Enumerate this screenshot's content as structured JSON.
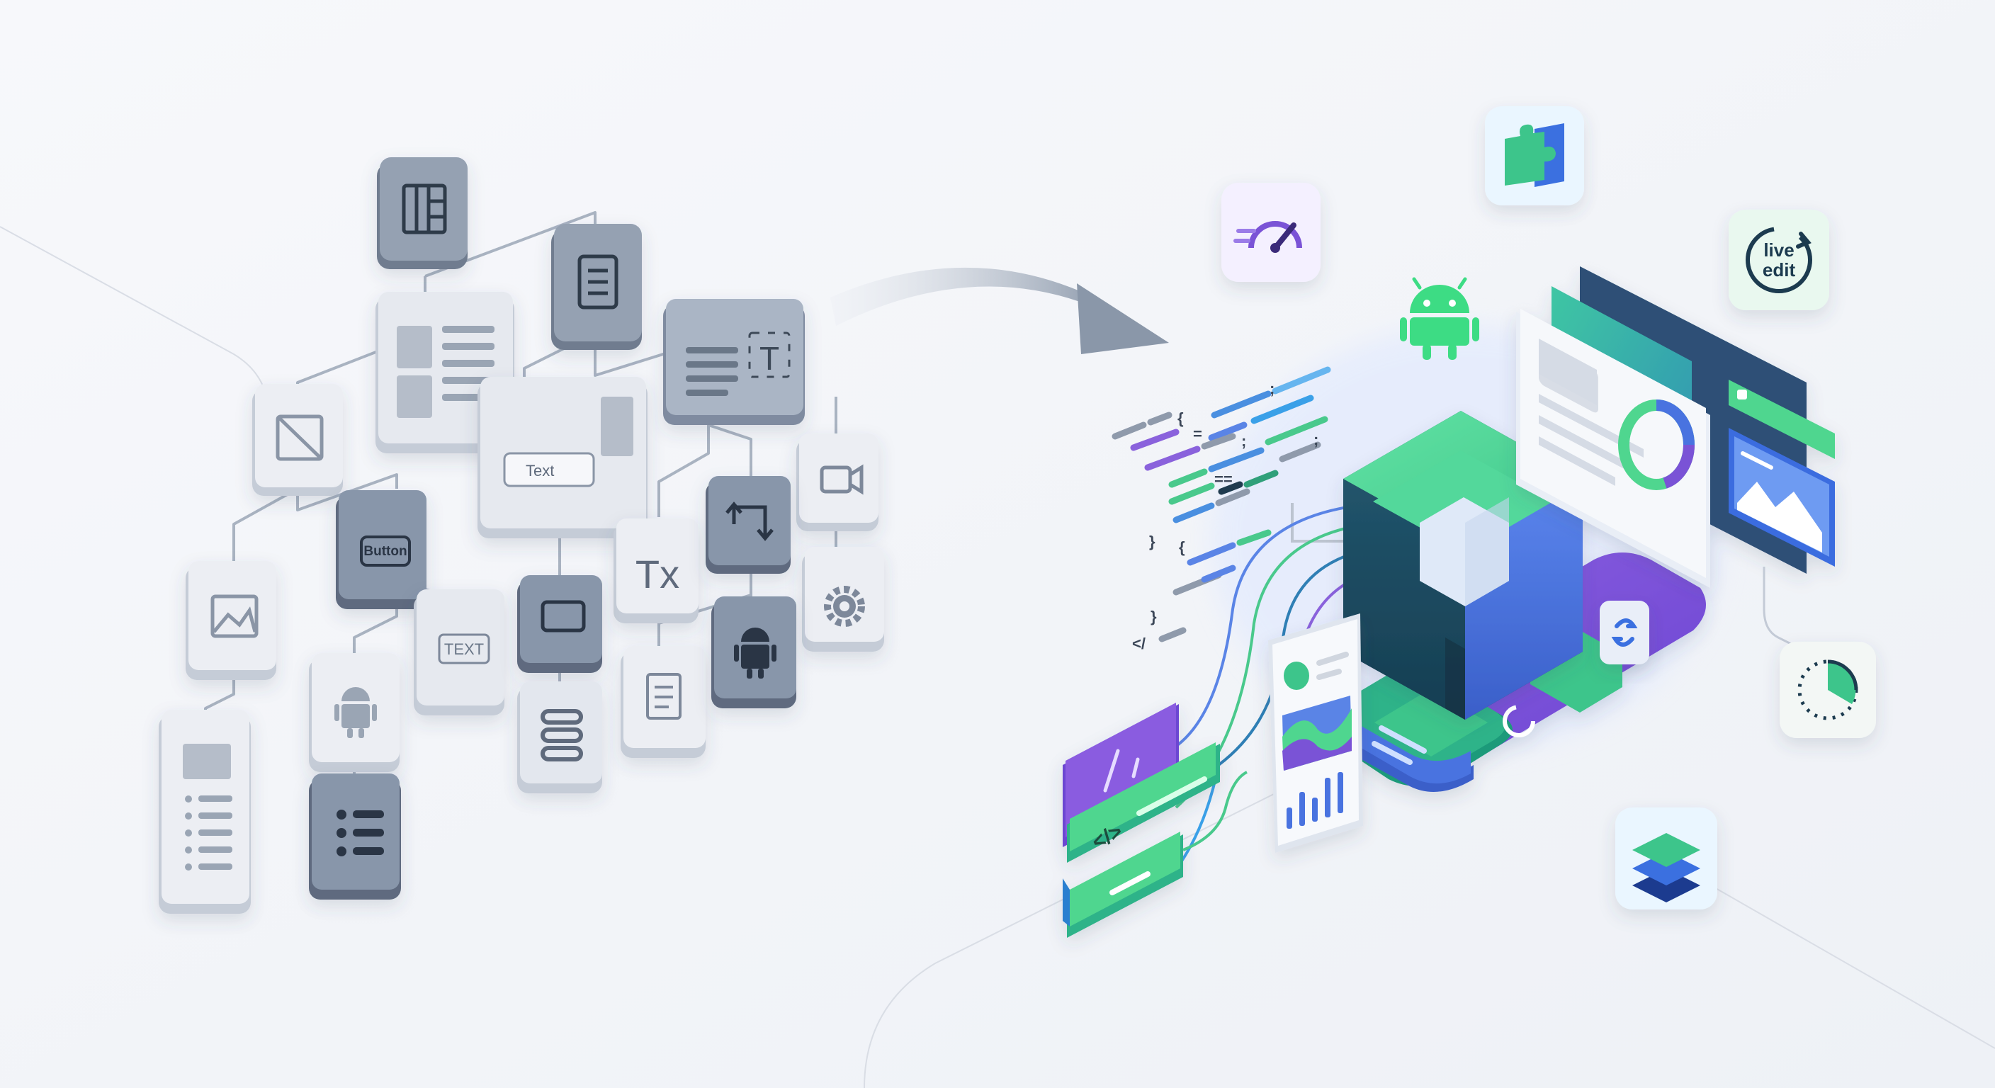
{
  "legacy_views": {
    "button_label": "Button",
    "text_field_label": "Text",
    "text_view_label": "TEXT",
    "text_format_label": "Tx",
    "text_resize_label": "T"
  },
  "feature_icons": {
    "live_edit_line1": "live",
    "live_edit_line2": "edit",
    "icons": [
      "speedometer-icon",
      "puzzle-icon",
      "live-edit-icon",
      "android-icon",
      "pie-timer-icon",
      "layers-icon"
    ]
  },
  "code_block": {
    "glyphs": [
      "{",
      "=",
      ";",
      "==",
      ";",
      ";",
      "}",
      "{",
      "}",
      "</"
    ]
  },
  "colors": {
    "background": "#f3f5f9",
    "legacy_dark": "#8e9aab",
    "legacy_light": "#e3e7ee",
    "compose_green": "#4fd68f",
    "compose_blue": "#4a73e0",
    "compose_navy": "#1d4d63",
    "compose_purple": "#7a52d6",
    "android_green": "#3ddc84"
  }
}
